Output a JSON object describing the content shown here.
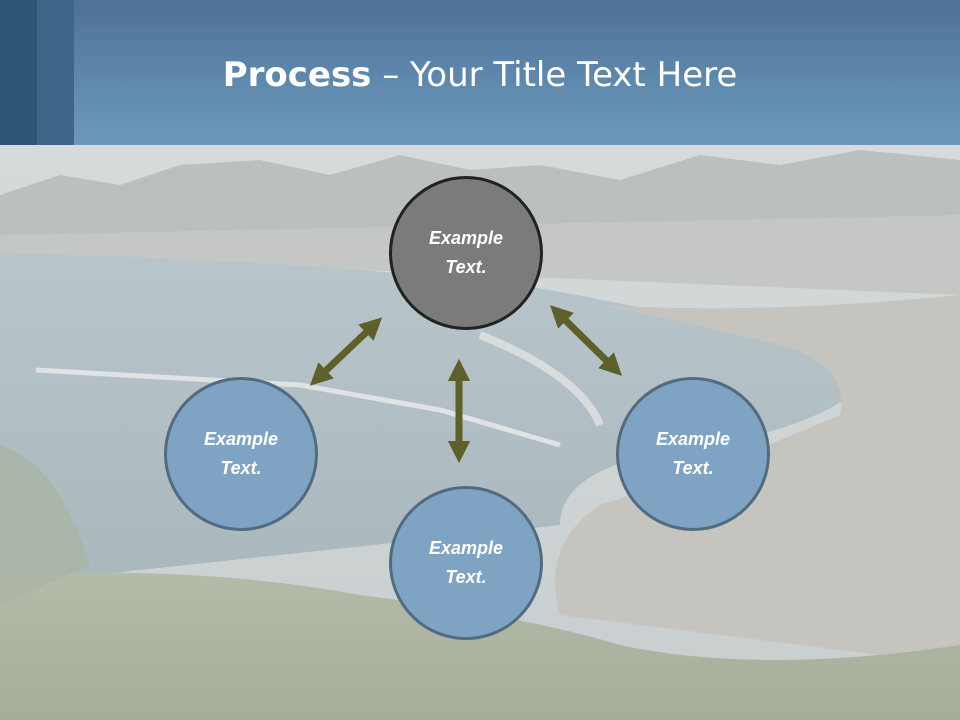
{
  "slide": {
    "title_bold": "Process",
    "title_rest": " – Your Title Text Here"
  },
  "nodes": {
    "center": "Example Text.",
    "left": "Example Text.",
    "bottom": "Example Text.",
    "right": "Example Text."
  },
  "colors": {
    "header": "#5f88ad",
    "header_dark": "#2f5577",
    "center_node": "#7b7b7b",
    "outer_node": "#7fa4c3",
    "arrow": "#5e5f2a"
  }
}
